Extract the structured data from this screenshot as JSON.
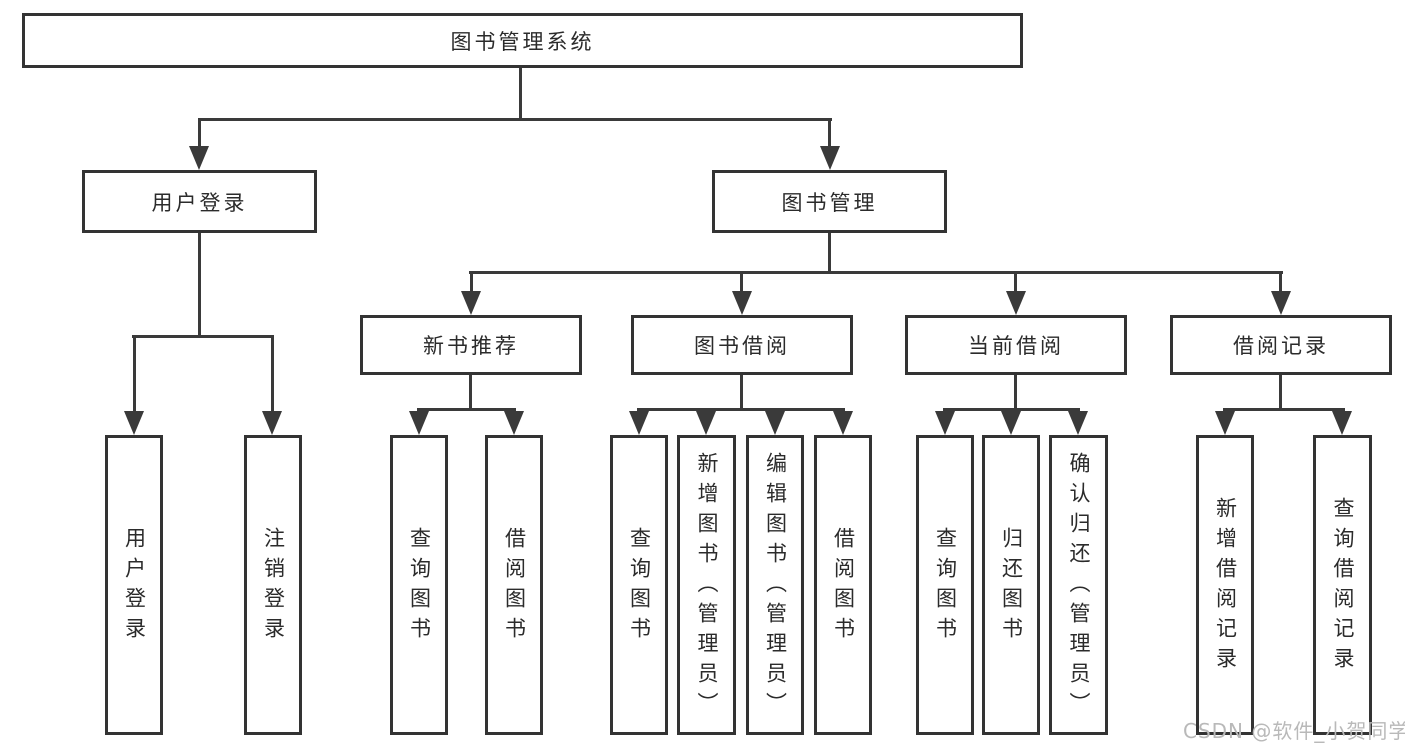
{
  "tree": {
    "root": "图书管理系统",
    "user": {
      "label": "用户登录",
      "children": [
        "用户登录",
        "注销登录"
      ]
    },
    "mgmt": {
      "label": "图书管理",
      "modules": [
        {
          "label": "新书推荐",
          "children": [
            "查询图书",
            "借阅图书"
          ]
        },
        {
          "label": "图书借阅",
          "children": [
            "查询图书",
            "新增图书（管理员）",
            "编辑图书（管理员）",
            "借阅图书"
          ]
        },
        {
          "label": "当前借阅",
          "children": [
            "查询图书",
            "归还图书",
            "确认归还（管理员）"
          ]
        },
        {
          "label": "借阅记录",
          "children": [
            "新增借阅记录",
            "查询借阅记录"
          ]
        }
      ]
    }
  },
  "watermark": "CSDN @软件_小贺同学",
  "colors": {
    "line": "#3a3a3a",
    "border": "#333333",
    "text": "#2b2b2b",
    "watermark": "#b9b9b9"
  }
}
